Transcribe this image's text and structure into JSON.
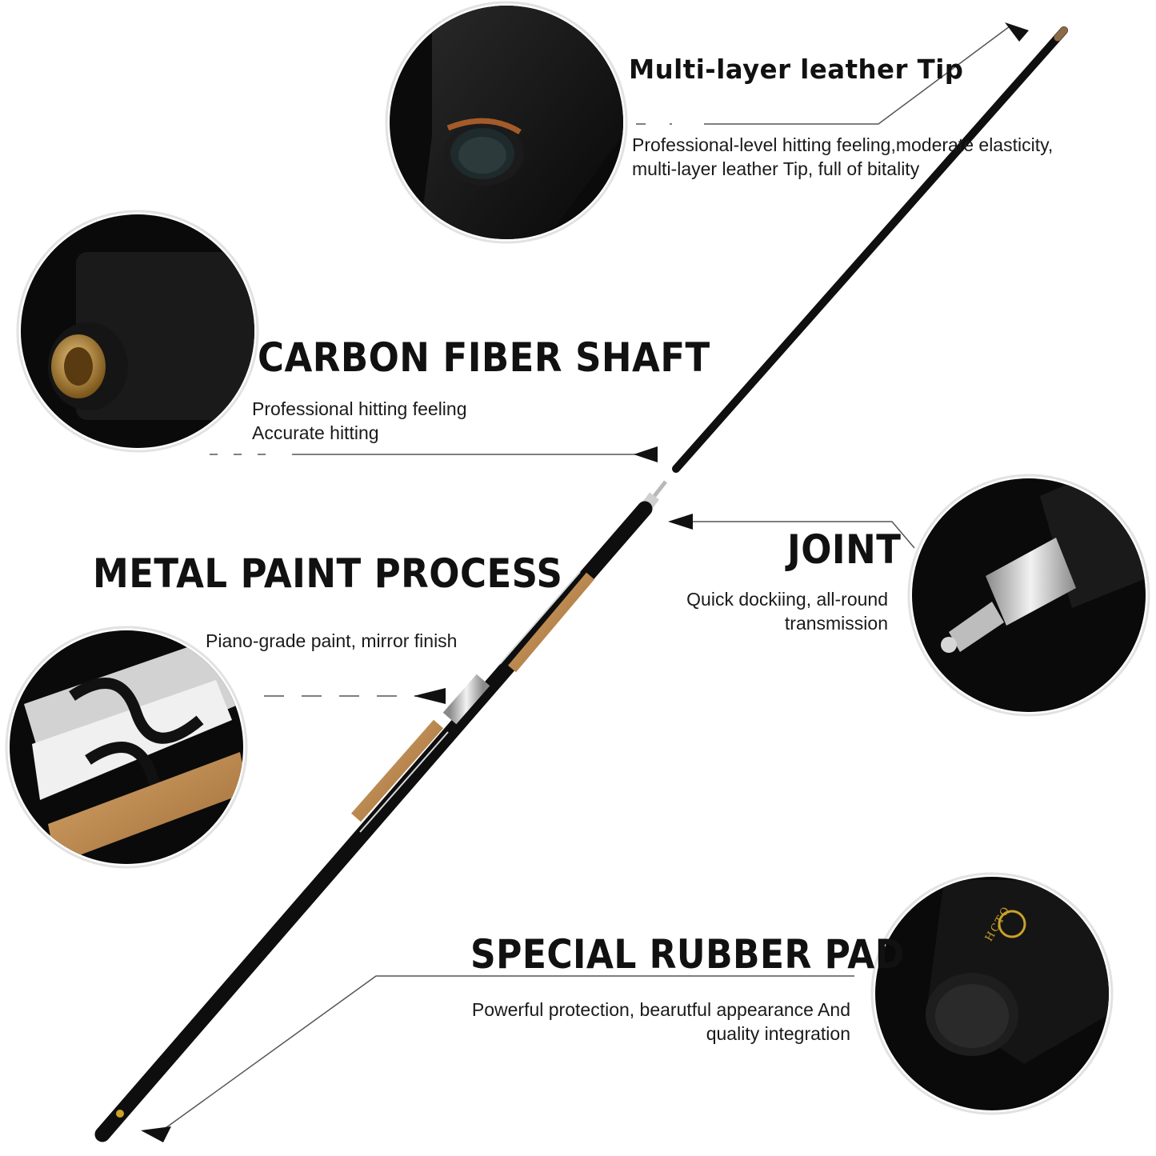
{
  "features": {
    "tip": {
      "title": "Multi-layer leather Tip",
      "desc": [
        "Professional-level hitting feeling,moderate elasticity,",
        "multi-layer leather Tip, full of bitality"
      ]
    },
    "shaft": {
      "title": "CARBON FIBER  SHAFT",
      "desc": [
        "Professional hitting feeling",
        "Accurate hitting"
      ]
    },
    "joint": {
      "title": "JOINT",
      "desc": [
        "Quick dockiing, all-round",
        "transmission"
      ]
    },
    "paint": {
      "title": "METAL PAINT PROCESS",
      "desc": [
        "Piano-grade paint, mirror finish"
      ]
    },
    "pad": {
      "title": "SPECIAL RUBBER PAD",
      "desc": [
        "Powerful protection, bearutful appearance And",
        "quality integration"
      ]
    }
  },
  "brand": {
    "logo_text": "HCTQ",
    "logo_color": "#c9a227"
  },
  "colors": {
    "cue_black": "#101010",
    "wood": "#b98a52",
    "silver": "#c8c8c8",
    "brass": "#b8862e"
  }
}
